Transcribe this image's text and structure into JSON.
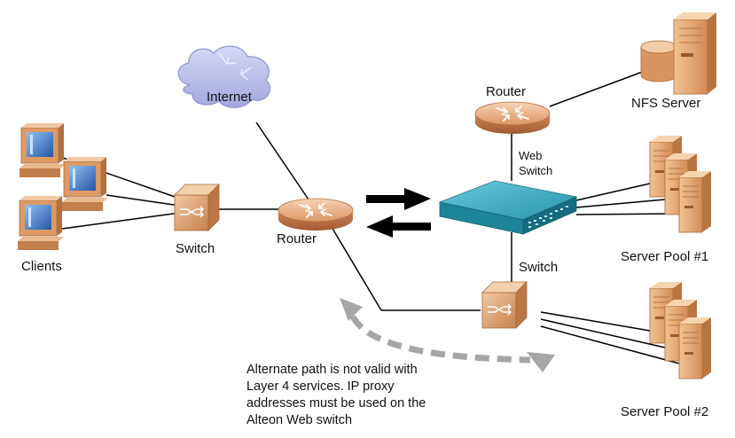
{
  "labels": {
    "internet": "Internet",
    "router_top": "Router",
    "nfs_server": "NFS Server",
    "web_switch_line1": "Web",
    "web_switch_line2": "Switch",
    "clients": "Clients",
    "switch_left": "Switch",
    "router_center": "Router",
    "switch_bottom": "Switch",
    "server_pool_1": "Server Pool #1",
    "server_pool_2": "Server Pool #2"
  },
  "note": {
    "line1": "Alternate path is not valid with",
    "line2": "Layer 4 services. IP proxy",
    "line3": "addresses must be used on the",
    "line4": "Alteon Web switch"
  },
  "colors": {
    "cloud": "#b9bde9",
    "router": "#e6a579",
    "switch_box": "#e2ad80",
    "server": "#e2a870",
    "web_switch": "#2c9bb0",
    "monitor_screen": "#3a72c4",
    "dashed_arrow": "#a6a6a6",
    "line": "#000000"
  }
}
